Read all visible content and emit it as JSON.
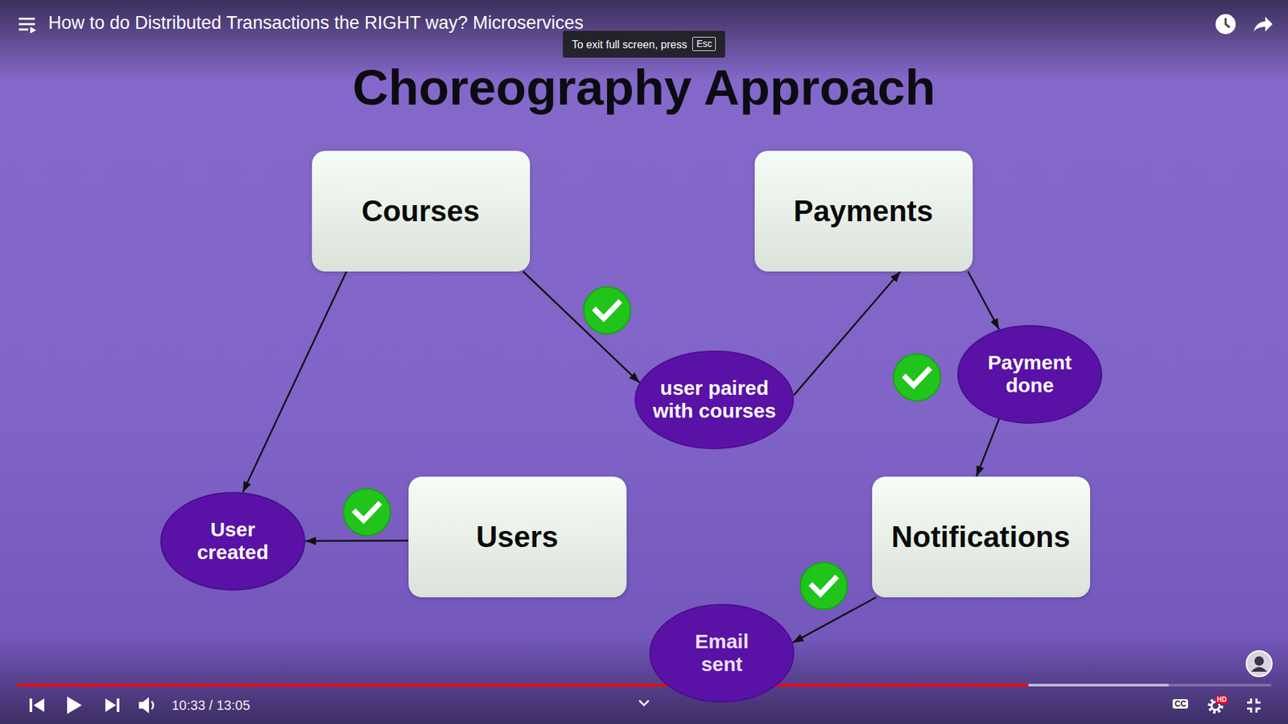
{
  "diagram": {
    "title": "Choreography Approach",
    "nodes": [
      {
        "text": [
          "Courses"
        ]
      },
      {
        "text": [
          "Payments"
        ]
      },
      {
        "text": [
          "user paired with courses"
        ]
      },
      {
        "text": [
          "Payment done"
        ]
      },
      {
        "text": [
          "User created"
        ]
      },
      {
        "text": [
          "Users"
        ]
      },
      {
        "text": [
          "Notifications"
        ]
      },
      {
        "text": [
          "Email sent"
        ]
      }
    ],
    "edges": [
      {
        "from": 0,
        "to": 2,
        "arrow": "to"
      },
      {
        "from": 2,
        "to": 1,
        "arrow": "to"
      },
      {
        "from": 1,
        "to": 3,
        "arrow": "to"
      },
      {
        "from": 3,
        "to": 6,
        "arrow": "to"
      },
      {
        "from": 6,
        "to": 7,
        "arrow": "to"
      },
      {
        "from": 5,
        "to": 4,
        "arrow": "to"
      },
      {
        "from": 0,
        "to": 4,
        "arrow": "to"
      }
    ],
    "labels": [
      "How to do Distributed Transactions the RIGHT way? Microservices",
      "To exit full screen, press",
      "Esc",
      "10:33 / 13:05",
      "HD",
      "CC"
    ]
  }
}
